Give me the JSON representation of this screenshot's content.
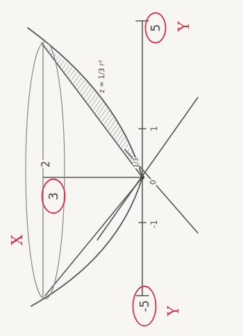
{
  "diagram": {
    "nodes": [
      {
        "text": [
          "5"
        ]
      },
      {
        "text": [
          "3"
        ]
      },
      {
        "text": [
          "-5"
        ]
      }
    ],
    "labels": [
      "Y",
      "Y",
      "X",
      "2",
      "1",
      "-1",
      "0",
      "1/3",
      "z = 1/3 r²"
    ]
  }
}
